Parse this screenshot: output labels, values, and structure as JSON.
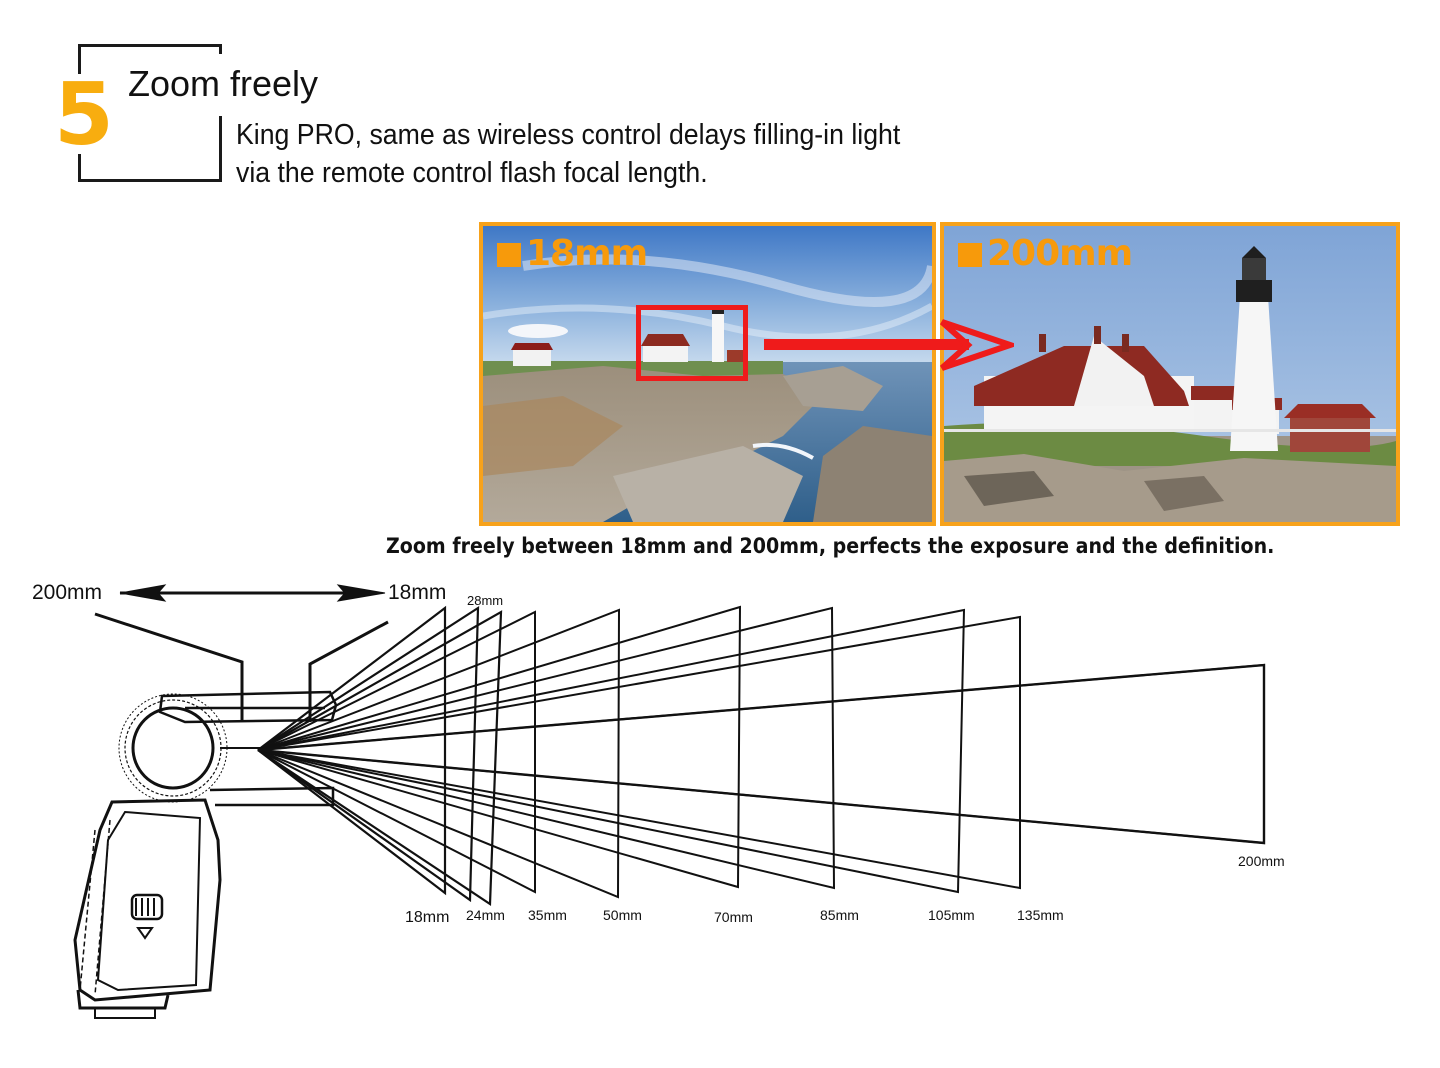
{
  "header": {
    "step_number": "5",
    "title": "Zoom freely",
    "description_line1": "King PRO, same as wireless control delays filling-in light",
    "description_line2": "via the remote control flash focal length."
  },
  "comparison": {
    "wide": {
      "label": "18mm",
      "icon": "orange-square-icon"
    },
    "tele": {
      "label": "200mm",
      "icon": "orange-square-icon"
    },
    "arrow_icon": "red-right-arrow-icon",
    "caption": "Zoom freely between 18mm and 200mm, perfects the exposure and the definition."
  },
  "diagram": {
    "range_left_label": "200mm",
    "range_right_label": "18mm",
    "top_label": "28mm",
    "beam_labels": [
      "18mm",
      "24mm",
      "35mm",
      "50mm",
      "70mm",
      "85mm",
      "105mm",
      "135mm",
      "200mm"
    ]
  },
  "colors": {
    "accent_orange": "#f8ad0f",
    "frame_orange": "#f7a21b",
    "highlight_red": "#ef1b1b"
  }
}
